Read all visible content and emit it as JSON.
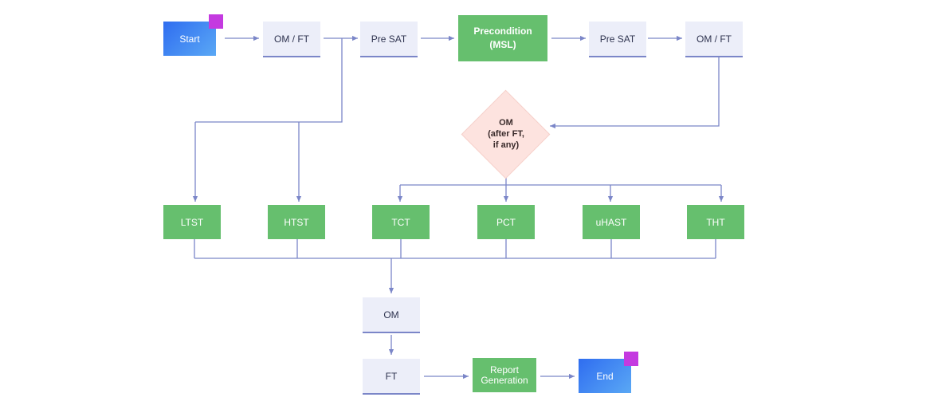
{
  "nodes": {
    "start": "Start",
    "om_ft_1": "OM / FT",
    "pre_sat_1": "Pre SAT",
    "precondition": "Precondition\n(MSL)",
    "pre_sat_2": "Pre SAT",
    "om_ft_2": "OM / FT",
    "om_decision": "OM\n(after FT,\nif any)",
    "ltst": "LTST",
    "htst": "HTST",
    "tct": "TCT",
    "pct": "PCT",
    "uhast": "uHAST",
    "tht": "THT",
    "om": "OM",
    "ft": "FT",
    "report": "Report\nGeneration",
    "end": "End"
  },
  "colors": {
    "connector": "#7b86c8",
    "light_node": "#eceef9",
    "green_node": "#66bf6e",
    "blue_start": "#2f6df0",
    "blue_end": "#5aa8f5",
    "marker": "#c43ae0",
    "decision": "#fde3df"
  }
}
